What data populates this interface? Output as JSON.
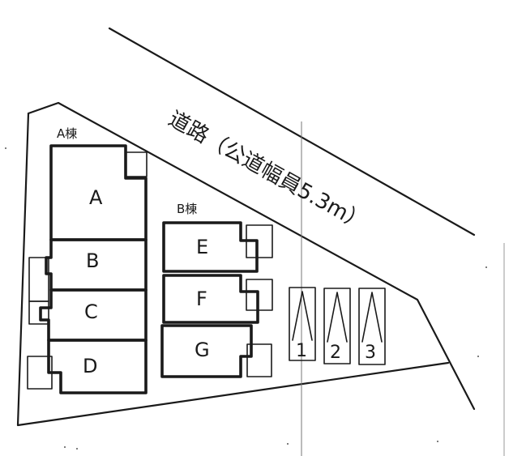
{
  "road": {
    "label": "道路（公道幅員5.3m）"
  },
  "buildings": {
    "a": {
      "title": "A棟",
      "units": [
        "A",
        "B",
        "C",
        "D"
      ]
    },
    "b": {
      "title": "B棟",
      "units": [
        "E",
        "F",
        "G"
      ]
    }
  },
  "parking": {
    "stalls": [
      "1",
      "2",
      "3"
    ]
  }
}
